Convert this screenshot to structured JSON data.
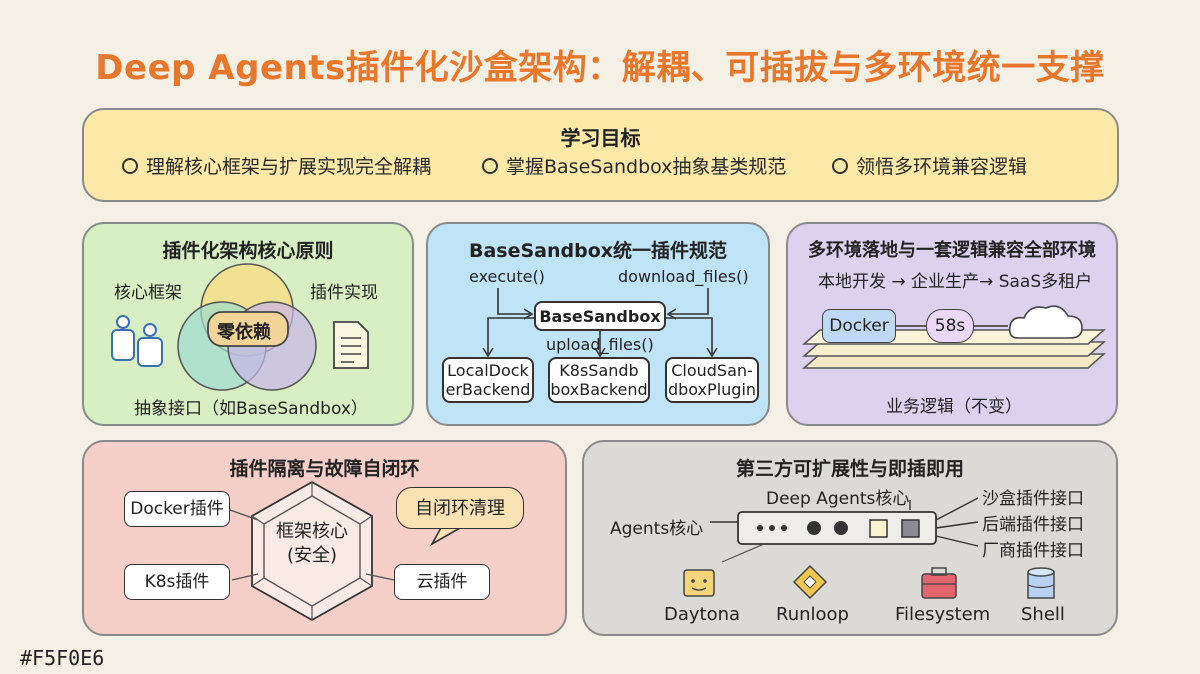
{
  "title": "Deep Agents插件化沙盒架构：解耦、可插拔与多环境统一支撑",
  "goals": {
    "title": "学习目标",
    "items": [
      "理解核心框架与扩展实现完全解耦",
      "掌握BaseSandbox抽象基类规范",
      "领悟多环境兼容逻辑"
    ]
  },
  "principles": {
    "title": "插件化架构核心原则",
    "left_label": "核心框架",
    "right_label": "插件实现",
    "center_label": "零依赖",
    "bottom_label": "抽象接口（如BaseSandbox）",
    "icons": [
      "users-icon",
      "document-icon"
    ]
  },
  "spec": {
    "title": "BaseSandbox统一插件规范",
    "method_left": "execute()",
    "method_right": "download_files()",
    "center": "BaseSandbox",
    "method_bottom": "upload_files()",
    "backends": [
      {
        "line1": "LocalDock",
        "line2": "erBackend"
      },
      {
        "line1": "K8sSandb",
        "line2": "boxBackend"
      },
      {
        "line1": "CloudSan-",
        "line2": "dboxPlugin"
      }
    ]
  },
  "multienv": {
    "title": "多环境落地与一套逻辑兼容全部环境",
    "flow": "本地开发 → 企业生产→ SaaS多租户",
    "docker": "Docker",
    "k8s": "58s",
    "bottom": "业务逻辑（不变）",
    "icons": [
      "cloud-icon"
    ]
  },
  "isolation": {
    "title": "插件隔离与故障自闭环",
    "plugins": [
      "Docker插件",
      "K8s插件",
      "云插件"
    ],
    "core_line1": "框架核心",
    "core_line2": "(安全)",
    "bubble": "自闭环清理"
  },
  "extensibility": {
    "title": "第三方可扩展性与即插即用",
    "top_label": "Deep Agents核心",
    "left_label": "Agents核心",
    "right_labels": [
      "沙盒插件接口",
      "后端插件接口",
      "厂商插件接口"
    ],
    "providers": [
      {
        "name": "Daytona",
        "icon": "face-box-icon"
      },
      {
        "name": "Runloop",
        "icon": "diamond-icon"
      },
      {
        "name": "Filesystem",
        "icon": "toolbox-icon"
      },
      {
        "name": "Shell",
        "icon": "database-icon"
      }
    ]
  },
  "footer": "#F5F0E6",
  "colors": {
    "title": "#E8762B",
    "goals_bg": "#FCE9A8",
    "principles_bg": "#D8EFC4",
    "spec_bg": "#BFE3F7",
    "multienv_bg": "#DCD2F0",
    "isolation_bg": "#F6CFC9",
    "extensibility_bg": "#DCDAD6"
  }
}
